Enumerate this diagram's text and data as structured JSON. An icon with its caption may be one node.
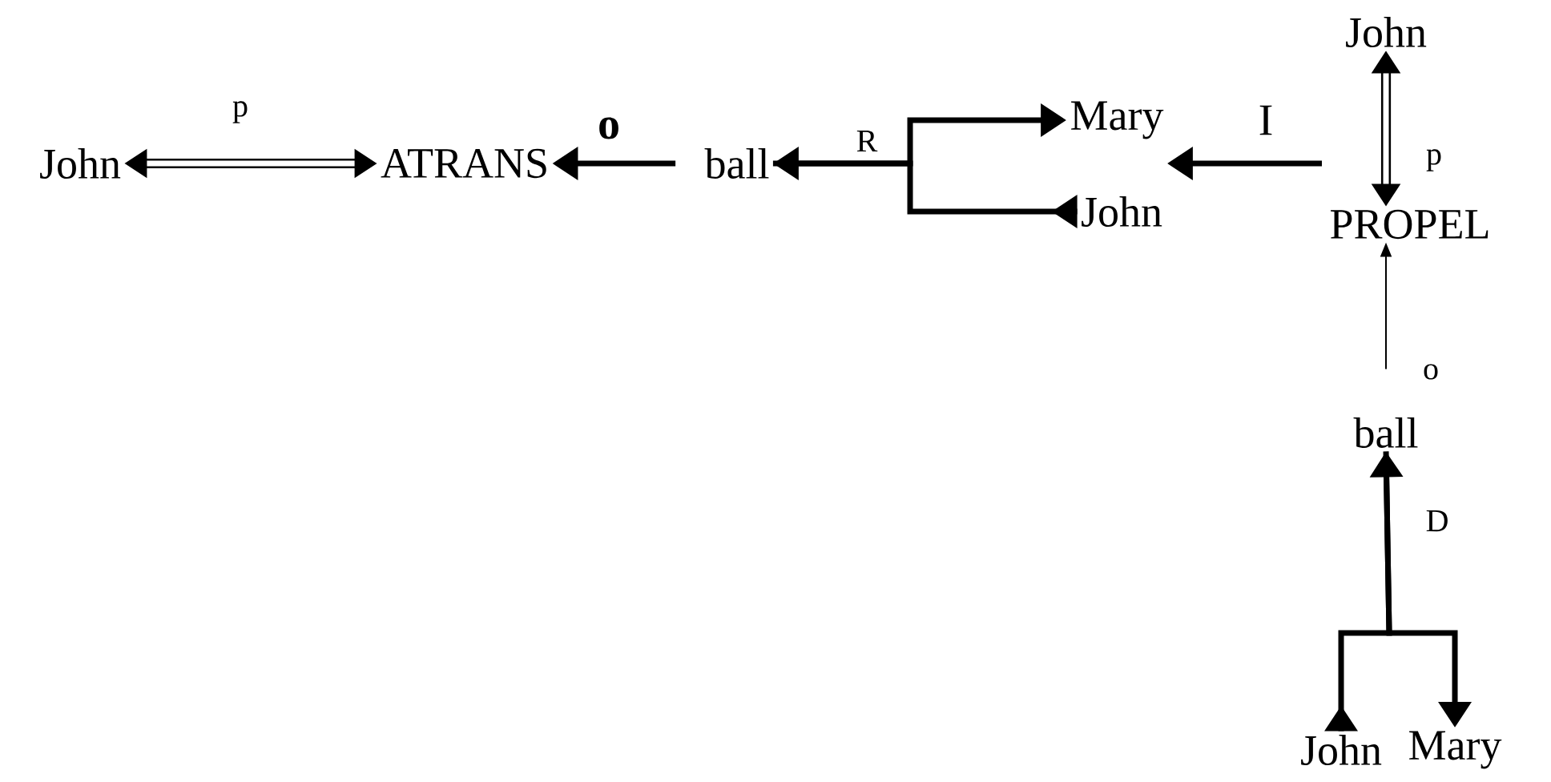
{
  "diagram": {
    "nodes": [
      {
        "text": [
          "John"
        ]
      },
      {
        "text": [
          "ATRANS"
        ]
      },
      {
        "text": [
          "ball"
        ]
      },
      {
        "text": [
          "Mary"
        ]
      },
      {
        "text": [
          "John"
        ]
      },
      {
        "text": [
          "John"
        ]
      },
      {
        "text": [
          "PROPEL"
        ]
      },
      {
        "text": [
          "ball"
        ]
      },
      {
        "text": [
          "John"
        ]
      },
      {
        "text": [
          "Mary"
        ]
      }
    ],
    "edges": [
      {
        "from": 0,
        "to": 1,
        "arrow": "both",
        "label": "p"
      },
      {
        "from": 2,
        "to": 1,
        "arrow": "to",
        "label": "o"
      },
      {
        "from": 4,
        "to": 2,
        "arrow": "to",
        "label": "R"
      },
      {
        "from": 2,
        "to": 3,
        "arrow": "to"
      },
      {
        "from": null,
        "to": 3,
        "arrow": "to",
        "label": "I"
      },
      {
        "from": 5,
        "to": 6,
        "arrow": "both",
        "label": "p"
      },
      {
        "from": 7,
        "to": 6,
        "arrow": "to",
        "label": "o"
      },
      {
        "from": 8,
        "to": 7,
        "arrow": "to",
        "label": "D"
      },
      {
        "from": 7,
        "to": 9,
        "arrow": "to"
      }
    ]
  }
}
